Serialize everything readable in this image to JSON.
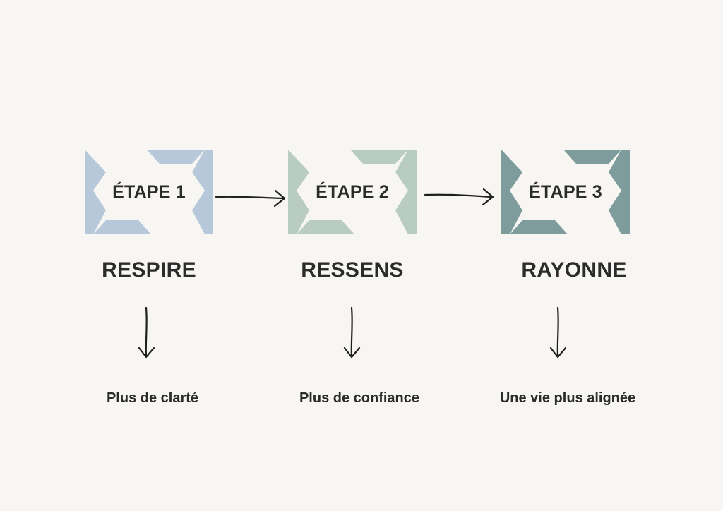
{
  "steps": [
    {
      "label": "ÉTAPE 1",
      "title": "RESPIRE",
      "result": "Plus de clarté",
      "color": "#b7c8da"
    },
    {
      "label": "ÉTAPE 2",
      "title": "RESSENS",
      "result": "Plus de confiance",
      "color": "#b8ccc3"
    },
    {
      "label": "ÉTAPE 3",
      "title": "RAYONNE",
      "result": "Une vie plus alignée",
      "color": "#7e9c9c"
    }
  ],
  "background": "#f7f6f2",
  "text_color": "#2b2b2b"
}
